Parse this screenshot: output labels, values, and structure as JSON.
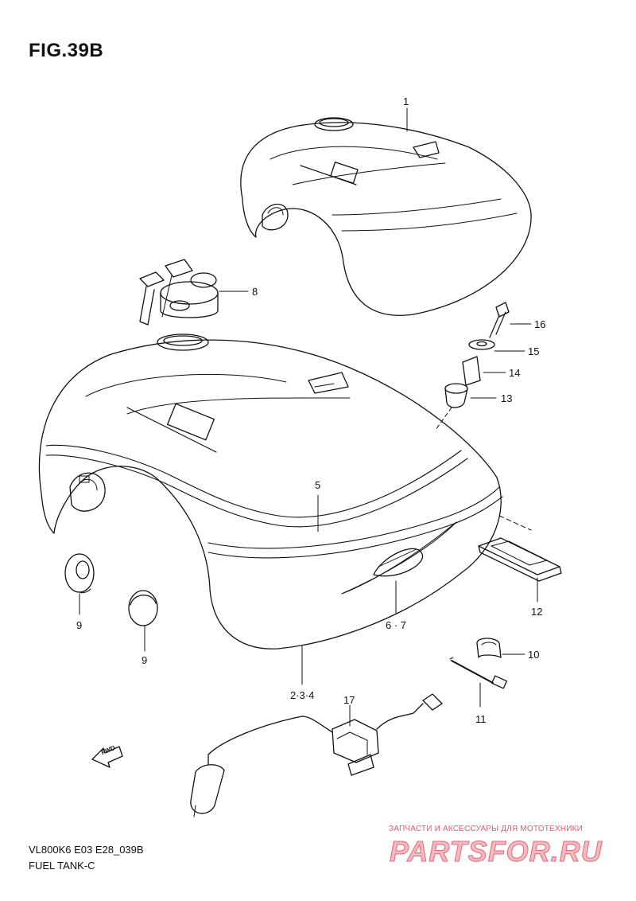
{
  "figure": {
    "title": "FIG.39B"
  },
  "callouts": {
    "c1": "1",
    "c8": "8",
    "c16": "16",
    "c15": "15",
    "c14": "14",
    "c13": "13",
    "c5": "5",
    "c12": "12",
    "c9a": "9",
    "c9b": "9",
    "c67": "6 · 7",
    "c10": "10",
    "c234": "2·3·4",
    "c17": "17",
    "c11": "11"
  },
  "fwd_arrow": {
    "text": "FWD"
  },
  "footer": {
    "model_code": "VL800K6 E03 E28_039B",
    "section_name": "FUEL TANK-C"
  },
  "watermark": {
    "tagline": "ЗАПЧАСТИ И АКСЕССУАРЫ ДЛЯ МОТОТЕХНИКИ",
    "brand": "PARTSFOR.RU"
  }
}
